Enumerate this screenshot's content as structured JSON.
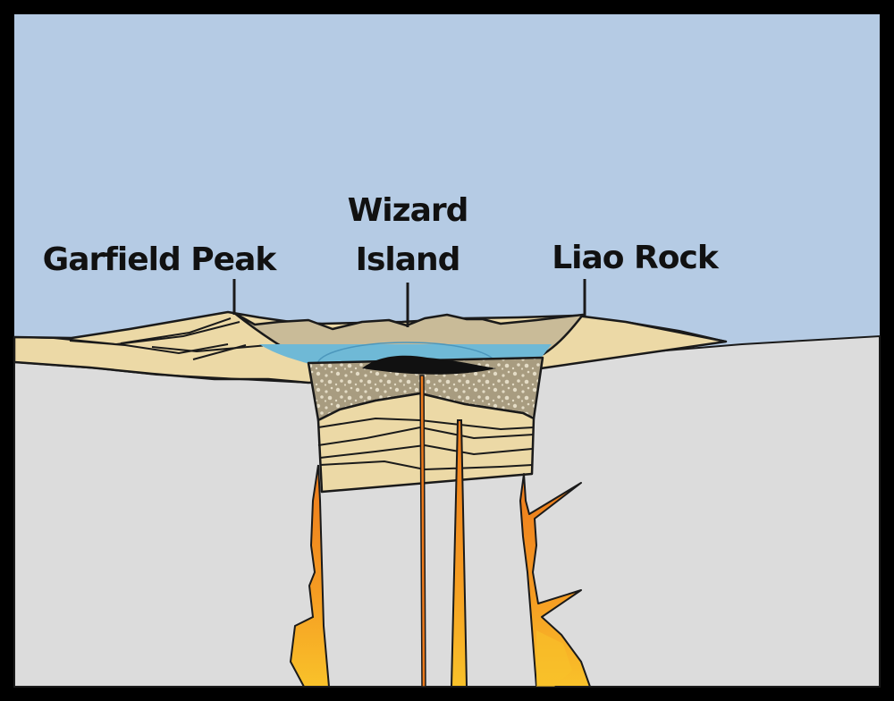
{
  "labels": {
    "garfield_peak": "Garfield Peak",
    "wizard_island_line1": "Wizard",
    "wizard_island_line2": "Island",
    "liao_rock": "Liao Rock"
  },
  "colors": {
    "frame": "#000000",
    "sky": "#b5cbe4",
    "ground": "#dcdcdc",
    "sediment": "#ecd9a6",
    "caldera_fill": "#c9bb98",
    "lake_water": "#6fb9d6",
    "breccia": "#a89c80",
    "breccia_clast": "#e4dcc6",
    "magma_light": "#f9c22a",
    "magma_dark": "#ec7a1c",
    "outline": "#1a1a1a"
  }
}
